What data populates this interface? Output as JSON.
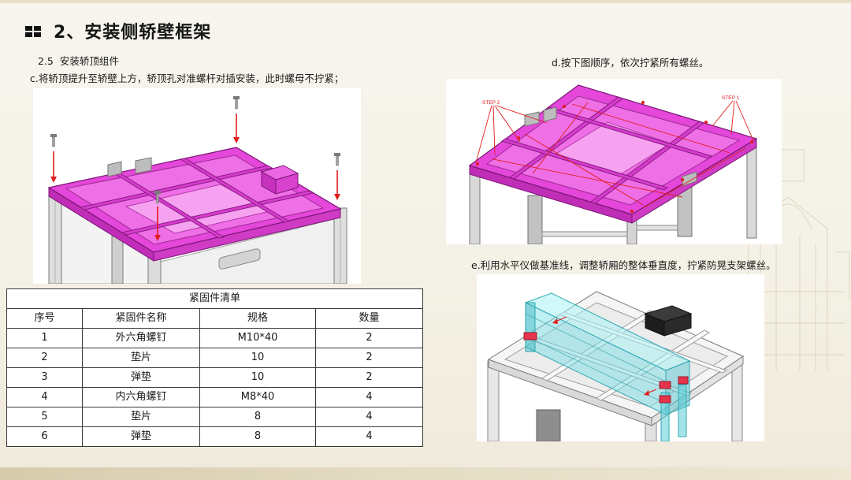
{
  "slide": {
    "section_icon": "grid-icon",
    "title": "2、安装侧轿壁框架",
    "subtitle": "2.5  安装轿顶组件",
    "step_c": "c.将轿顶提升至轿壁上方，轿顶孔对准螺杆对插安装，此时螺母不拧紧；",
    "step_d": "d.按下图顺序，依次拧紧所有螺丝。",
    "step_e": "e.利用水平仪做基准线，调整轿厢的整体垂直度，拧紧防晃支架螺丝。"
  },
  "figure_d": {
    "step_labels": [
      "STEP 2",
      "STEP 1"
    ]
  },
  "fastener_table": {
    "title": "紧固件清单",
    "headers": [
      "序号",
      "紧固件名称",
      "规格",
      "数量"
    ],
    "rows": [
      [
        "1",
        "外六角螺钉",
        "M10*40",
        "2"
      ],
      [
        "2",
        "垫片",
        "10",
        "2"
      ],
      [
        "3",
        "弹垫",
        "10",
        "2"
      ],
      [
        "4",
        "内六角螺钉",
        "M8*40",
        "4"
      ],
      [
        "5",
        "垫片",
        "8",
        "4"
      ],
      [
        "6",
        "弹垫",
        "8",
        "4"
      ]
    ]
  },
  "colors": {
    "car_top_magenta": "#e447da",
    "level_cyan": "#7fe0e4",
    "arrow_red": "#e21c1c",
    "background": "#f4f1e6"
  }
}
